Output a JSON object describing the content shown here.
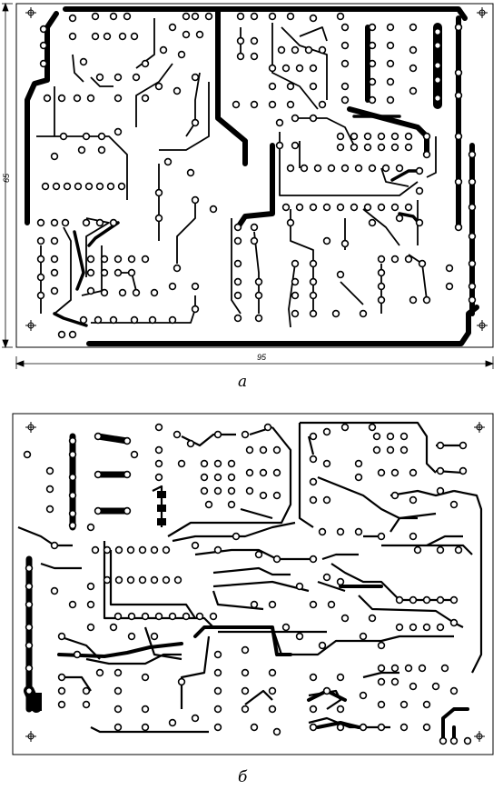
{
  "figure": {
    "panel_a": {
      "caption": "а",
      "width_label": "95",
      "height_label": "65"
    },
    "panel_b": {
      "caption": "б"
    },
    "colors": {
      "copper": "#000000",
      "board": "#ffffff",
      "frame": "#000000"
    }
  }
}
